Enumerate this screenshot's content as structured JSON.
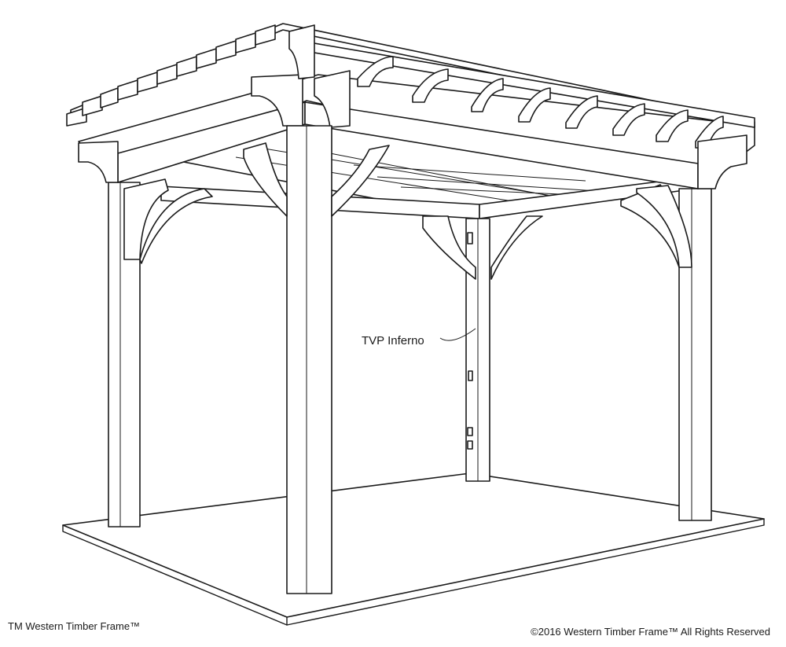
{
  "callout": {
    "label": "TVP Inferno"
  },
  "footer": {
    "left": "TM Western Timber Frame™",
    "right": "©2016 Western Timber Frame™ All Rights Reserved"
  }
}
